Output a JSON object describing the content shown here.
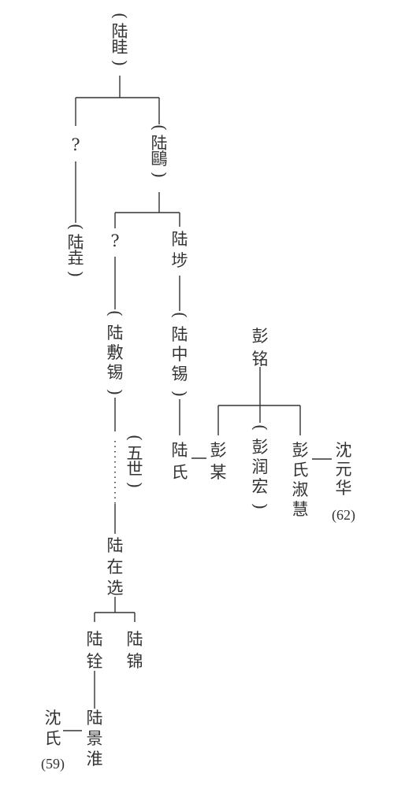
{
  "people": {
    "lu_gui": {
      "chars": [
        "(",
        "陆",
        "眭",
        ")"
      ]
    },
    "unknown_1": {
      "chars": [
        "?"
      ]
    },
    "lu_ou": {
      "chars": [
        "(",
        "陆",
        "鷗",
        ")"
      ]
    },
    "lu_zhuang": {
      "chars": [
        "(",
        "陆",
        "垚",
        ")"
      ]
    },
    "unknown_2": {
      "chars": [
        "?"
      ]
    },
    "lu_bang": {
      "chars": [
        "陆",
        "埗"
      ]
    },
    "lu_fuxi": {
      "chars": [
        "(",
        "陆",
        "敷",
        "锡",
        ")"
      ]
    },
    "lu_zhongxi": {
      "chars": [
        "(",
        "陆",
        "中",
        "锡",
        ")"
      ]
    },
    "peng_ming": {
      "chars": [
        "彭",
        "铭"
      ]
    },
    "wu_shi": {
      "chars": [
        "(",
        "五",
        "世",
        ")"
      ]
    },
    "lu_shi": {
      "chars": [
        "陆",
        "氏"
      ]
    },
    "peng_mou": {
      "chars": [
        "彭",
        "某"
      ]
    },
    "peng_runhong": {
      "chars": [
        "(",
        "彭",
        "润",
        "宏",
        ")"
      ]
    },
    "peng_shuhui": {
      "chars": [
        "彭",
        "氏",
        "淑",
        "慧"
      ]
    },
    "shen_yuanhua": {
      "chars": [
        "沈",
        "元",
        "华"
      ],
      "num": "(62)"
    },
    "lu_zaixuan": {
      "chars": [
        "陆",
        "在",
        "选"
      ]
    },
    "lu_quan": {
      "chars": [
        "陆",
        "铨"
      ]
    },
    "lu_jin": {
      "chars": [
        "陆",
        "锦"
      ]
    },
    "shen_shi": {
      "chars": [
        "沈",
        "氏"
      ],
      "num": "(59)"
    },
    "lu_jinghuai": {
      "chars": [
        "陆",
        "景",
        "淮"
      ]
    }
  }
}
